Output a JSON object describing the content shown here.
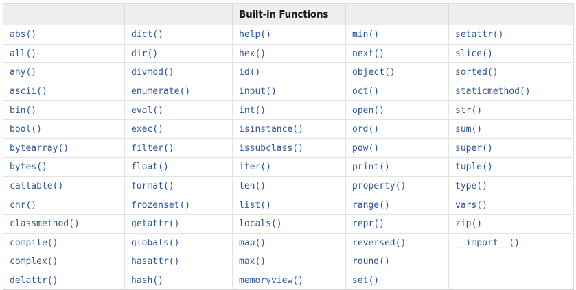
{
  "table": {
    "caption": "Built-in Functions",
    "caption_column_index": 2,
    "column_count": 5,
    "row_count": 14,
    "text_color": "#2a5699",
    "header_background": "#eeeeee",
    "body_background": "#ffffff",
    "border_color": "#e3e3e3",
    "rows": [
      [
        "abs()",
        "dict()",
        "help()",
        "min()",
        "setattr()"
      ],
      [
        "all()",
        "dir()",
        "hex()",
        "next()",
        "slice()"
      ],
      [
        "any()",
        "divmod()",
        "id()",
        "object()",
        "sorted()"
      ],
      [
        "ascii()",
        "enumerate()",
        "input()",
        "oct()",
        "staticmethod()"
      ],
      [
        "bin()",
        "eval()",
        "int()",
        "open()",
        "str()"
      ],
      [
        "bool()",
        "exec()",
        "isinstance()",
        "ord()",
        "sum()"
      ],
      [
        "bytearray()",
        "filter()",
        "issubclass()",
        "pow()",
        "super()"
      ],
      [
        "bytes()",
        "float()",
        "iter()",
        "print()",
        "tuple()"
      ],
      [
        "callable()",
        "format()",
        "len()",
        "property()",
        "type()"
      ],
      [
        "chr()",
        "frozenset()",
        "list()",
        "range()",
        "vars()"
      ],
      [
        "classmethod()",
        "getattr()",
        "locals()",
        "repr()",
        "zip()"
      ],
      [
        "compile()",
        "globals()",
        "map()",
        "reversed()",
        "__import__()"
      ],
      [
        "complex()",
        "hasattr()",
        "max()",
        "round()",
        ""
      ],
      [
        "delattr()",
        "hash()",
        "memoryview()",
        "set()",
        ""
      ]
    ]
  }
}
